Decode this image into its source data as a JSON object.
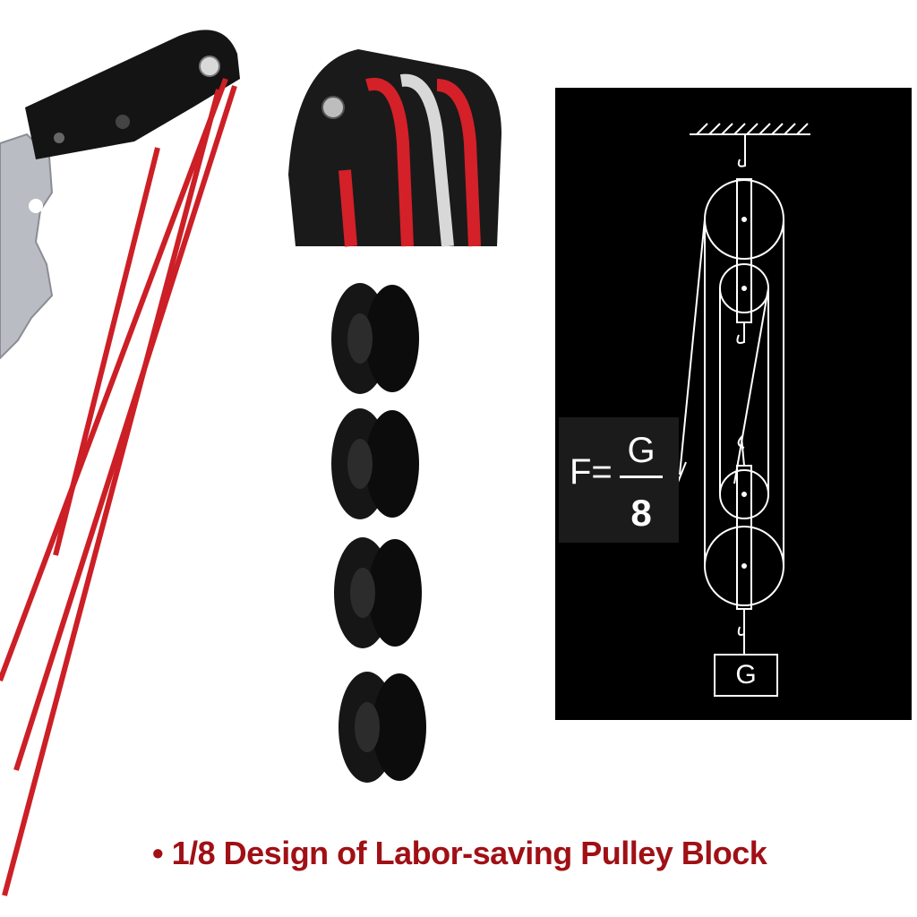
{
  "diagram": {
    "formula_lhs": "F=",
    "formula_numerator": "G",
    "formula_denominator": "8",
    "weight_label": "G"
  },
  "caption": {
    "text": "• 1/8 Design of Labor-saving Pulley Block"
  },
  "colors": {
    "rope": "#cc1f26",
    "caption": "#a01015",
    "panel": "#000000",
    "line": "#ffffff"
  }
}
